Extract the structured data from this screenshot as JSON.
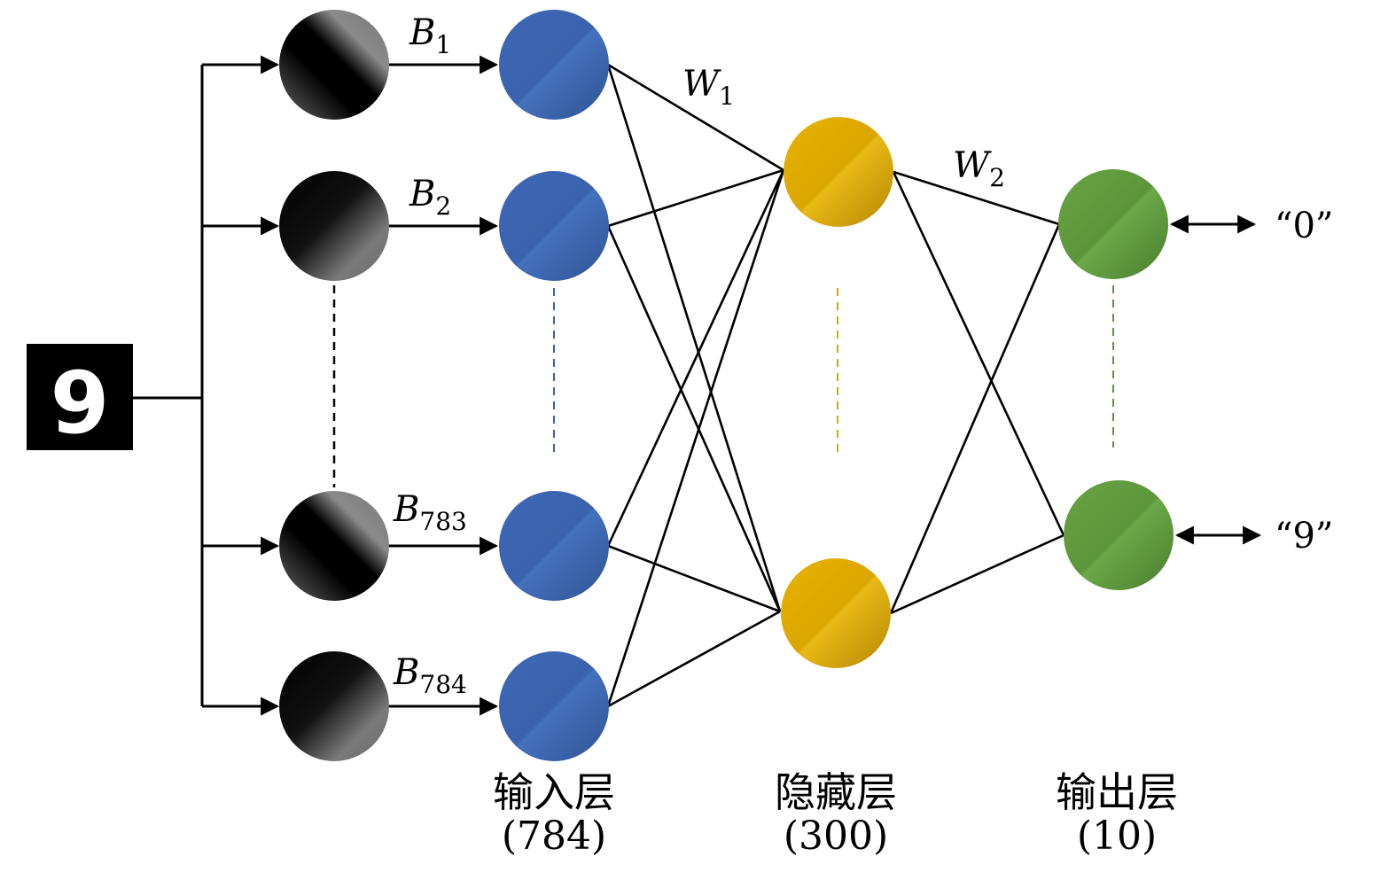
{
  "input_image": {
    "glyph": "9",
    "background": "#000000",
    "foreground": "#ffffff"
  },
  "basis_labels": [
    {
      "base": "B",
      "sub": "1"
    },
    {
      "base": "B",
      "sub": "2"
    },
    {
      "base": "B",
      "sub": "783"
    },
    {
      "base": "B",
      "sub": "784"
    }
  ],
  "weight_labels": [
    {
      "base": "W",
      "sub": "1"
    },
    {
      "base": "W",
      "sub": "2"
    }
  ],
  "layers": {
    "input": {
      "name": "输入层",
      "count": "(784)",
      "color": "#3a62ad"
    },
    "hidden": {
      "name": "隐藏层",
      "count": "(300)",
      "color": "#dba600"
    },
    "output": {
      "name": "输出层",
      "count": "(10)",
      "color": "#5c963a"
    }
  },
  "output_classes": [
    "“0”",
    "“9”"
  ],
  "colors": {
    "basis_gray": "#6e6e6e",
    "line": "#000000"
  }
}
